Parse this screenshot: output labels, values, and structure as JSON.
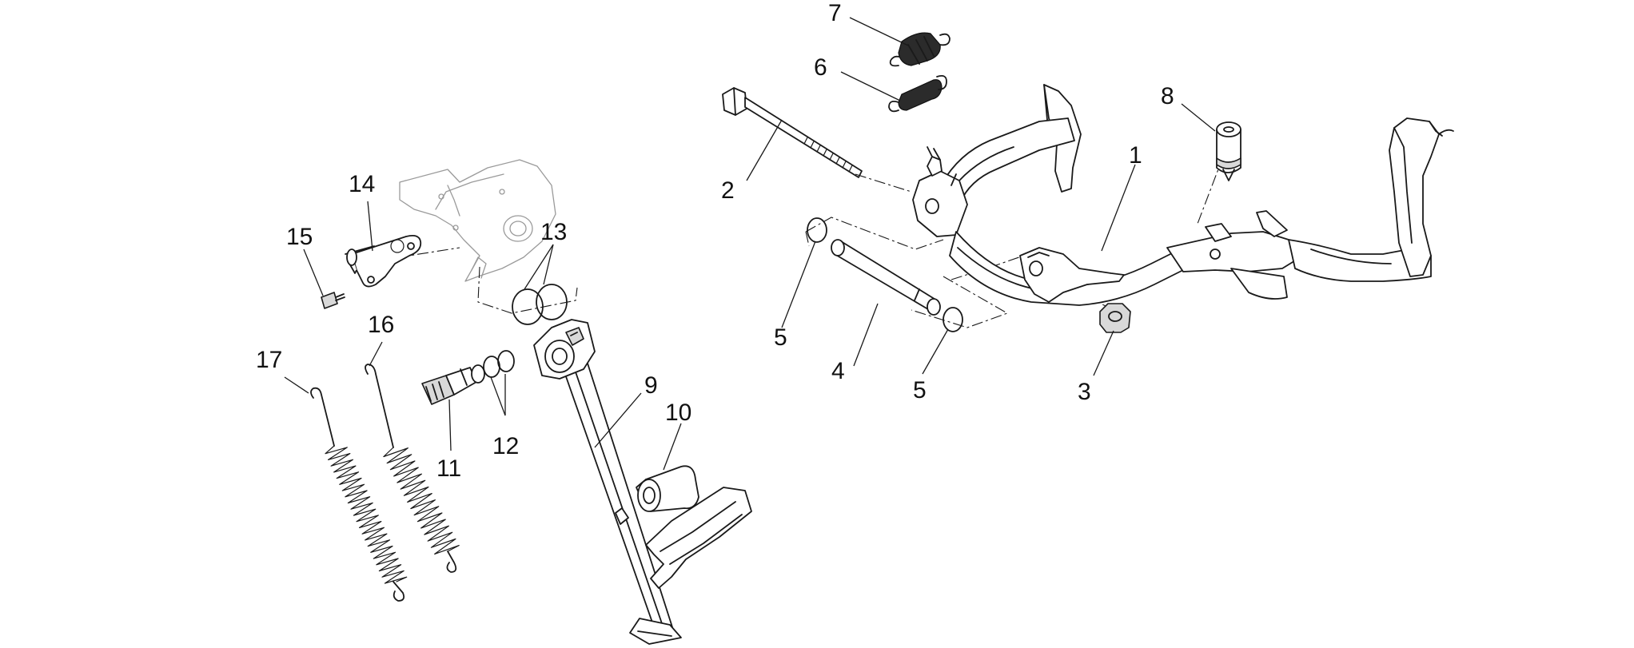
{
  "diagram": {
    "callouts": [
      {
        "id": "1",
        "text": "1"
      },
      {
        "id": "2",
        "text": "2"
      },
      {
        "id": "3",
        "text": "3"
      },
      {
        "id": "4",
        "text": "4"
      },
      {
        "id": "5a",
        "text": "5"
      },
      {
        "id": "5b",
        "text": "5"
      },
      {
        "id": "6",
        "text": "6"
      },
      {
        "id": "7",
        "text": "7"
      },
      {
        "id": "8",
        "text": "8"
      },
      {
        "id": "9",
        "text": "9"
      },
      {
        "id": "10",
        "text": "10"
      },
      {
        "id": "11",
        "text": "11"
      },
      {
        "id": "12",
        "text": "12"
      },
      {
        "id": "13",
        "text": "13"
      },
      {
        "id": "14",
        "text": "14"
      },
      {
        "id": "15",
        "text": "15"
      },
      {
        "id": "16",
        "text": "16"
      },
      {
        "id": "17",
        "text": "17"
      }
    ]
  }
}
